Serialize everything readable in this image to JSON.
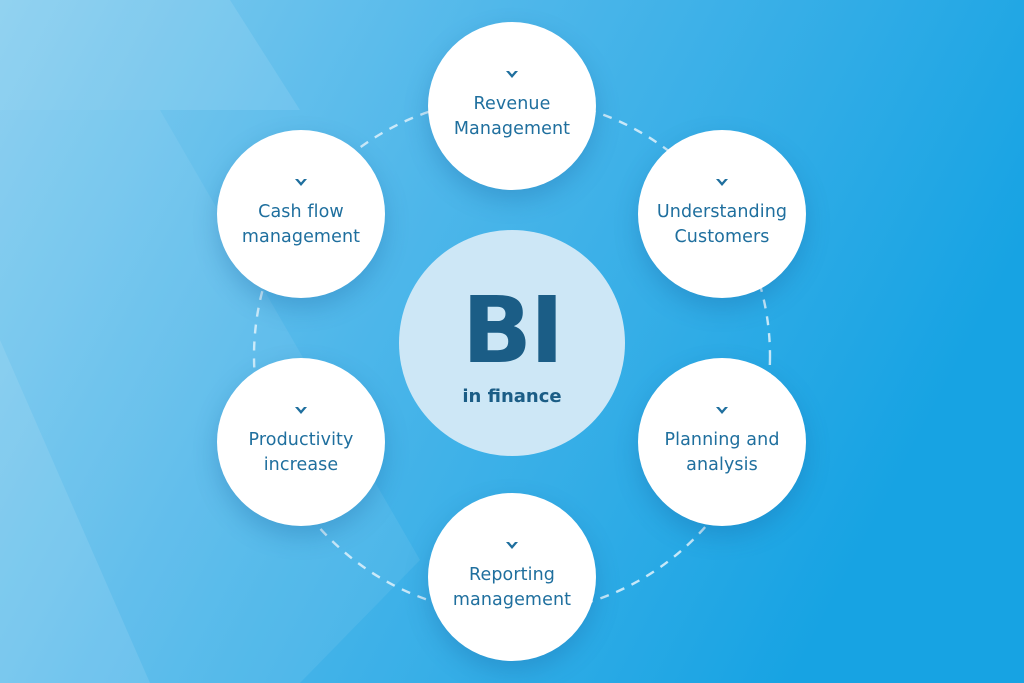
{
  "colors": {
    "background_start": "#7fc9ee",
    "background_end": "#1ba6e4",
    "node_fill": "#ffffff",
    "node_text": "#1f6f9e",
    "center_fill": "#cde7f6",
    "center_text": "#1b5d86",
    "chevron": "#1f6f9e",
    "connector": "#cfe9f8"
  },
  "center": {
    "title": "BI",
    "subtitle": "in finance"
  },
  "nodes": [
    {
      "label": "Revenue\nManagement",
      "icon": "chevron-down-icon"
    },
    {
      "label": "Understanding\nCustomers",
      "icon": "chevron-down-icon"
    },
    {
      "label": "Planning and\nanalysis",
      "icon": "chevron-down-icon"
    },
    {
      "label": "Reporting\nmanagement",
      "icon": "chevron-down-icon"
    },
    {
      "label": "Productivity\nincrease",
      "icon": "chevron-down-icon"
    },
    {
      "label": "Cash flow\nmanagement",
      "icon": "chevron-down-icon"
    }
  ]
}
